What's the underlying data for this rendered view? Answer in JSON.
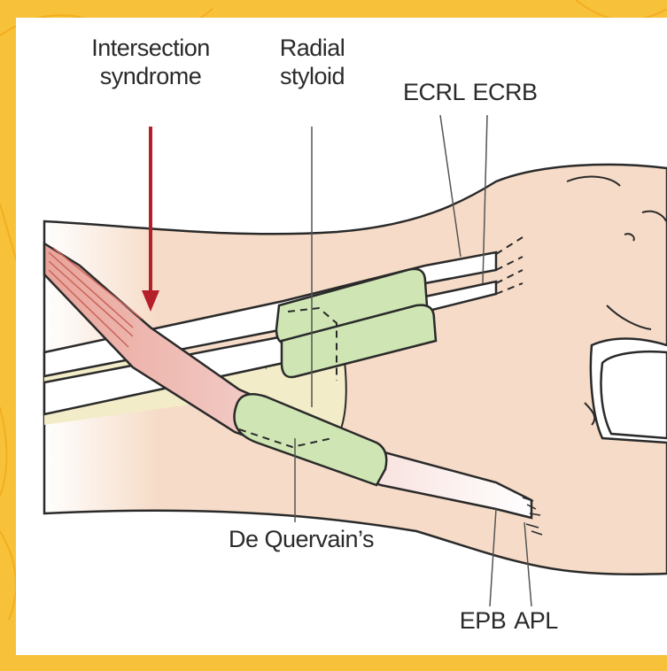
{
  "labels": {
    "intersection": "Intersection\nsyndrome",
    "radial": "Radial\nstyloid",
    "ecrl": "ECRL",
    "ecrb": "ECRB",
    "dequervain": "De Quervain’s",
    "epb": "EPB",
    "apl": "APL"
  },
  "colors": {
    "background": "#f7c23a",
    "skin": "#f6dcc8",
    "sheath": "#cfe6b4",
    "arrow": "#b51f2a",
    "tendon": "#ffffff",
    "styloid": "#f3ecc8"
  }
}
